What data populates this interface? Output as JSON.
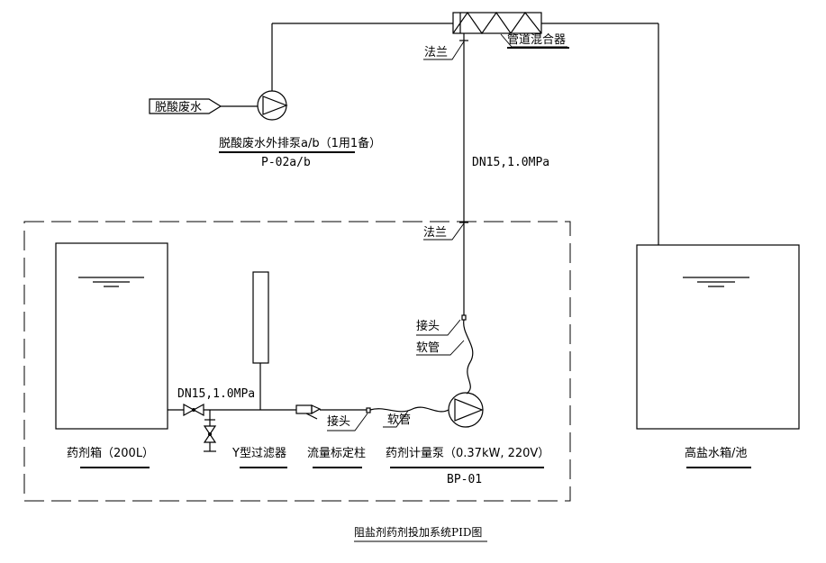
{
  "labels": {
    "source": "脱酸废水",
    "flange_top": "法兰",
    "mixer": "管道混合器",
    "pump_top_name": "脱酸废水外排泵a/b（1用1备）",
    "pump_top_tag": "P-02a/b",
    "pipe_spec_riser": "DN15,1.0MPa",
    "flange_mid": "法兰",
    "joint_top": "接头",
    "hose_top": "软管",
    "pipe_spec_main": "DN15,1.0MPa",
    "joint_bottom": "接头",
    "hose_bottom": "软管",
    "tank_left": "药剂箱（200L）",
    "filter": "Y型过滤器",
    "column": "流量标定柱",
    "pump_bottom_name": "药剂计量泵（0.37kW, 220V）",
    "pump_bottom_tag": "BP-01",
    "tank_right": "高盐水箱/池",
    "title": "阻盐剂药剂投加系统PID图"
  }
}
